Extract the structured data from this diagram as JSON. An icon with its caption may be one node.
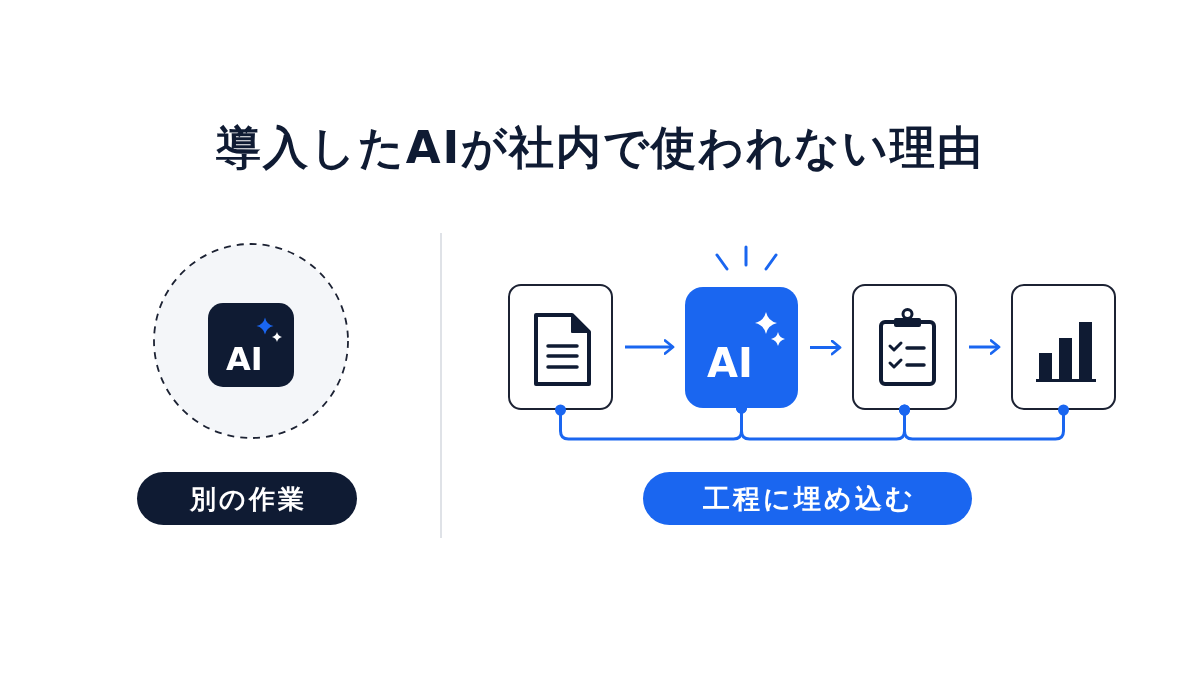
{
  "diagram": {
    "title": "導入したAIが社内で使われない理由",
    "nodes": [
      {
        "text": [],
        "shape": "circle"
      },
      {
        "text": [
          "AI"
        ],
        "in": 0
      },
      {
        "text": [
          "別の作業"
        ]
      },
      {
        "text": [],
        "shape": "box"
      },
      {
        "text": [
          "AI"
        ]
      },
      {
        "text": [],
        "shape": "box"
      },
      {
        "text": [],
        "shape": "box"
      },
      {
        "text": [
          "工程に埋め込む"
        ]
      }
    ],
    "edges": [
      {
        "from": 3,
        "to": 4,
        "arrow": "to"
      },
      {
        "from": 4,
        "to": 5,
        "arrow": "to"
      },
      {
        "from": 5,
        "to": 6,
        "arrow": "to"
      },
      {
        "from": 3,
        "to": 4,
        "arrow": "other"
      },
      {
        "from": 4,
        "to": 5,
        "arrow": "other"
      },
      {
        "from": 5,
        "to": 6,
        "arrow": "other"
      }
    ]
  }
}
